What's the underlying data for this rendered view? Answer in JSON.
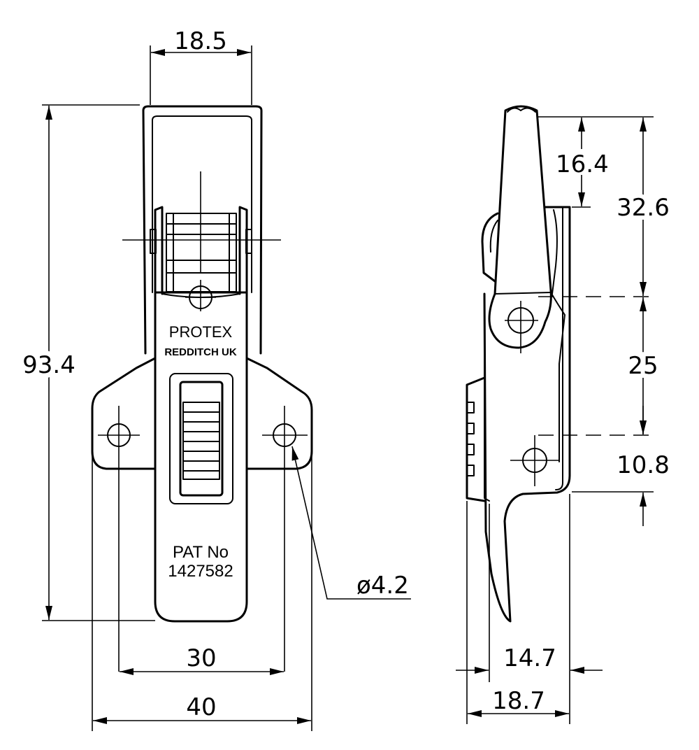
{
  "front_view": {
    "brand": "PROTEX",
    "brand_sub": "REDDITCH UK",
    "patent_label": "PAT No",
    "patent_number": "1427582"
  },
  "dimensions": {
    "top_width": "18.5",
    "overall_height": "93.4",
    "hole_spacing": "30",
    "base_width": "40",
    "hole_diameter": "ø4.2",
    "side_top_to_pivot": "16.4",
    "side_top_to_pivot_center": "32.6",
    "side_pivot_to_hole": "25",
    "side_hole_to_bottom": "10.8",
    "side_inner_depth": "14.7",
    "side_overall_depth": "18.7"
  }
}
